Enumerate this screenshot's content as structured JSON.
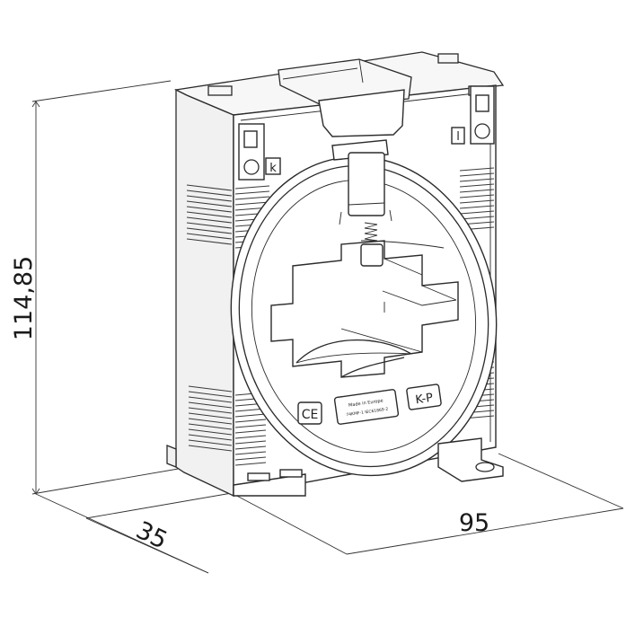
{
  "dimensions": {
    "height": "114,85",
    "depth": "35",
    "width": "95"
  },
  "markings": {
    "ce": "CE",
    "brand": "K-P",
    "terminal_k": "k",
    "terminal_l": "l",
    "label_line1": "Made in Europe",
    "label_line2": "74KMF-1 IEC61869-2"
  }
}
